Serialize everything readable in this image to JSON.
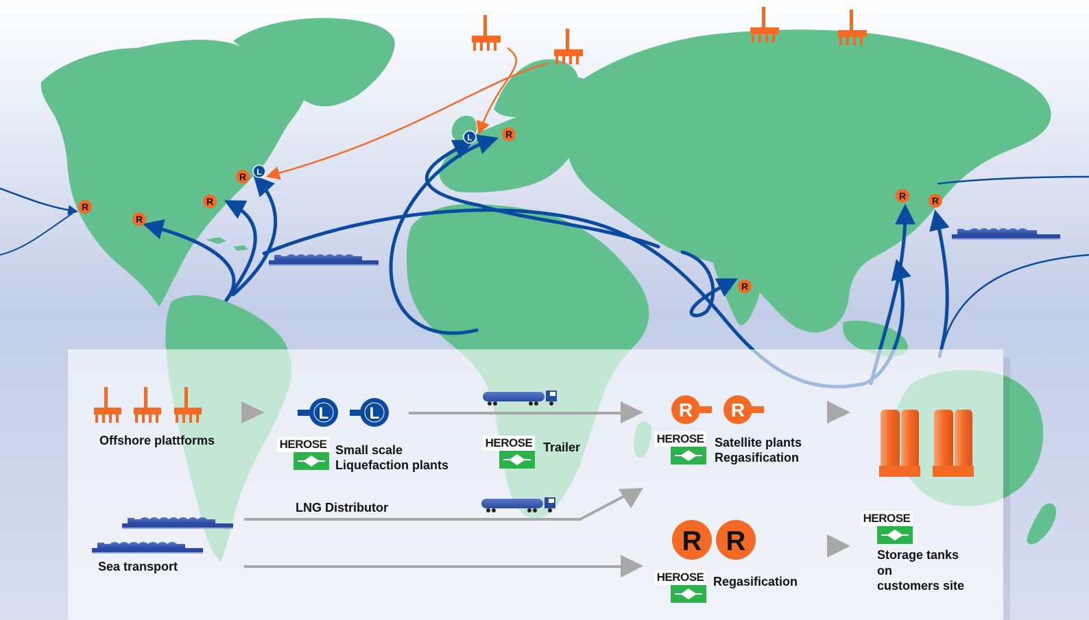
{
  "legend": {
    "offshore": "Offshore plattforms",
    "small_scale": [
      "Small scale",
      "Liquefaction plants"
    ],
    "trailer": "Trailer",
    "satellite": [
      "Satellite plants",
      "Regasification"
    ],
    "lng_distributor": "LNG Distributor",
    "sea_transport": "Sea transport",
    "regasification": "Regasification",
    "storage": [
      "Storage tanks",
      "on",
      "customers site"
    ]
  },
  "brand": "HEROSE",
  "markers": {
    "liquefaction": "L",
    "regasification": "R"
  },
  "colors": {
    "land": "#62c08e",
    "sea": "#c3cde7",
    "route": "#0a4aa0",
    "gas_route": "#f26a24",
    "marker": "#f26a24",
    "brand_green": "#2bb24a",
    "connector": "#a8a8a8"
  }
}
